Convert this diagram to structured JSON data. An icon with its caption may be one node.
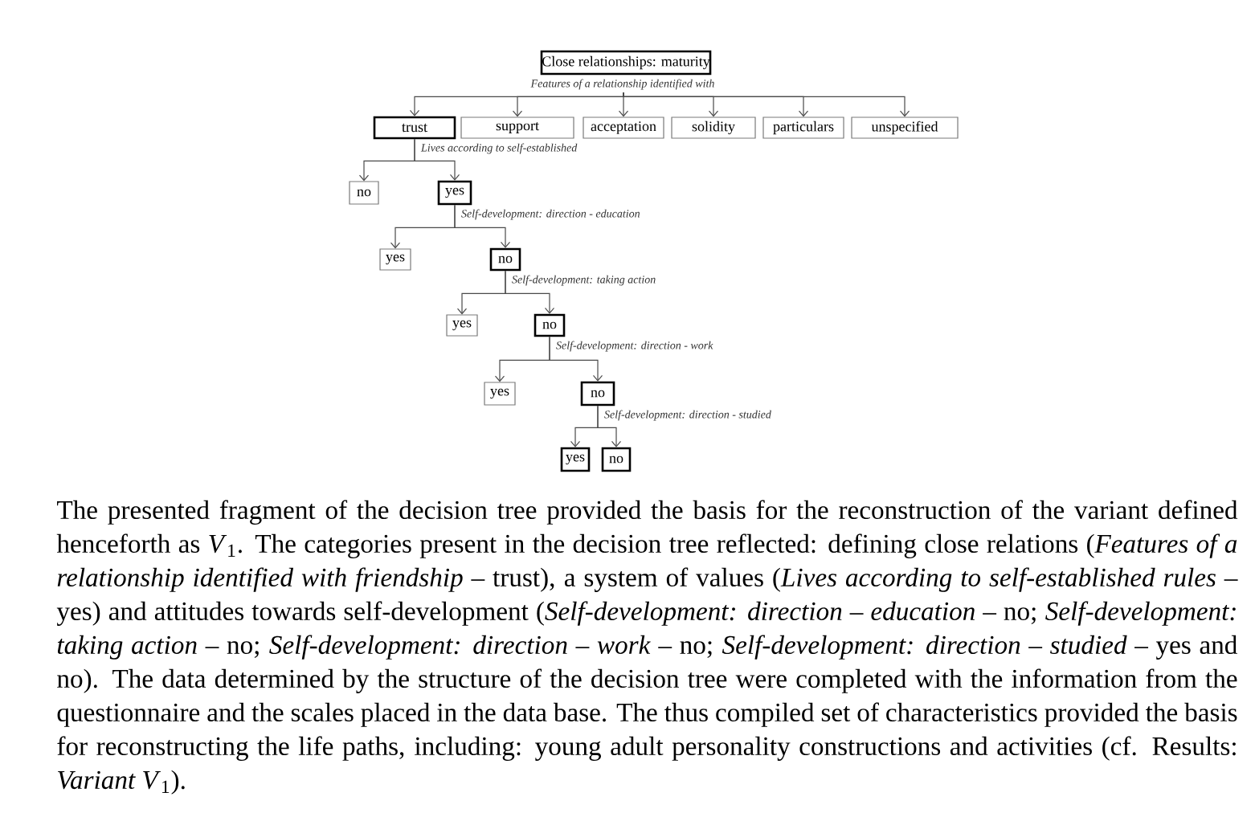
{
  "diagram": {
    "nodes": [
      {
        "text": [
          "Close relationships: maturity"
        ],
        "beside": [
          "Features of a relationship identified with"
        ]
      },
      {
        "text": [
          "trust"
        ],
        "beside": [
          "Lives according to self-established"
        ]
      },
      {
        "text": [
          "support"
        ]
      },
      {
        "text": [
          "acceptation"
        ]
      },
      {
        "text": [
          "solidity"
        ]
      },
      {
        "text": [
          "particulars"
        ]
      },
      {
        "text": [
          "unspecified"
        ]
      },
      {
        "text": [
          "no"
        ]
      },
      {
        "text": [
          "yes"
        ],
        "beside": [
          "Self-development: direction - education"
        ]
      },
      {
        "text": [
          "yes"
        ]
      },
      {
        "text": [
          "no"
        ],
        "beside": [
          "Self-development: taking action"
        ]
      },
      {
        "text": [
          "yes"
        ]
      },
      {
        "text": [
          "no"
        ],
        "beside": [
          "Self-development: direction - work"
        ]
      },
      {
        "text": [
          "yes"
        ]
      },
      {
        "text": [
          "no"
        ],
        "beside": [
          "Self-development: direction - studied"
        ]
      },
      {
        "text": [
          "yes"
        ]
      },
      {
        "text": [
          "no"
        ]
      }
    ],
    "edges": [
      {
        "from": 0,
        "to": 1,
        "arrow": "to"
      },
      {
        "from": 0,
        "to": 2,
        "arrow": "to"
      },
      {
        "from": 0,
        "to": 3,
        "arrow": "to"
      },
      {
        "from": 0,
        "to": 4,
        "arrow": "to"
      },
      {
        "from": 0,
        "to": 5,
        "arrow": "to"
      },
      {
        "from": 0,
        "to": 6,
        "arrow": "to"
      },
      {
        "from": 1,
        "to": 7,
        "arrow": "to"
      },
      {
        "from": 1,
        "to": 8,
        "arrow": "to"
      },
      {
        "from": 8,
        "to": 9,
        "arrow": "to"
      },
      {
        "from": 8,
        "to": 10,
        "arrow": "to"
      },
      {
        "from": 10,
        "to": 11,
        "arrow": "to"
      },
      {
        "from": 10,
        "to": 12,
        "arrow": "to"
      },
      {
        "from": 12,
        "to": 13,
        "arrow": "to"
      },
      {
        "from": 12,
        "to": 14,
        "arrow": "to"
      },
      {
        "from": 14,
        "to": 15,
        "arrow": "to"
      },
      {
        "from": 14,
        "to": 16,
        "arrow": "to"
      }
    ],
    "caption": "The presented fragment of the decision tree provided the basis for the reconstruction of the variant defined henceforth as *V*$_{1}$. The categories present in the decision tree reflected: defining close relations (*Features of a relationship identified with friendship* – trust), a system of values (*Lives according to self-established rules* – yes) and attitudes towards self-development (*Self-development: direction – education* – no; *Self-development: taking action* – no; *Self-development: direction – work* – no; *Self-development: direction – studied* – yes and no). The data determined by the structure of the decision tree were completed with the information from the questionnaire and the scales placed in the data base. The thus compiled set of characteristics provided the basis for reconstructing the life paths, including: young adult personality constructions and activities (cf. Results: *Variant V*$_{1}$)."
  }
}
